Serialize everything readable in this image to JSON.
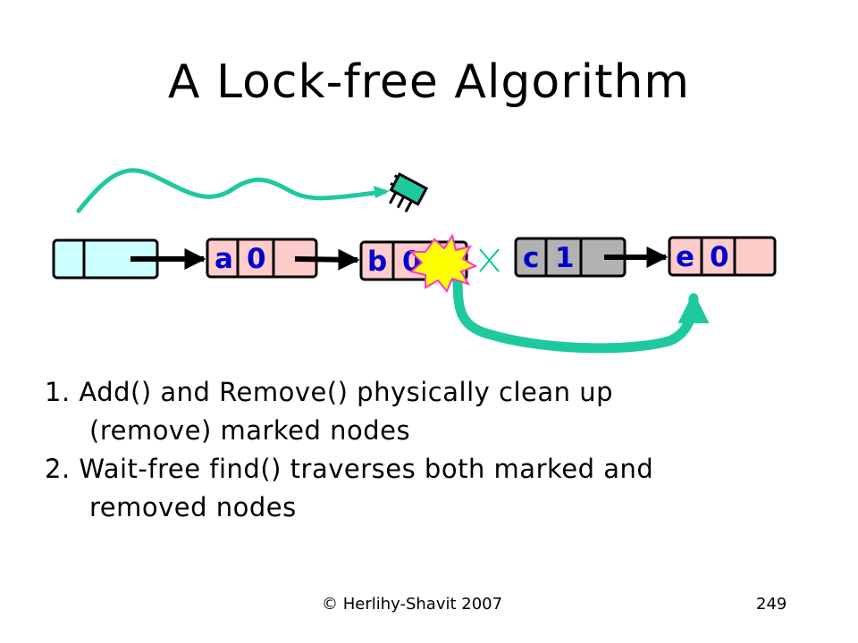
{
  "slide": {
    "title": "A Lock-free Algorithm"
  },
  "nodes": [
    {
      "key": "",
      "mark": "",
      "fill": "#ccffff"
    },
    {
      "key": "a",
      "mark": "0",
      "fill": "#ffcccc"
    },
    {
      "key": "b",
      "mark": "0",
      "fill": "#ffcccc"
    },
    {
      "key": "c",
      "mark": "1",
      "fill": "#b2b2b2"
    },
    {
      "key": "e",
      "mark": "0",
      "fill": "#ffcccc"
    }
  ],
  "colors": {
    "pointer": "#000000",
    "redirect_arrow": "#1fc9a0",
    "thread_path": "#1fc9a0",
    "explosion_fill": "#ffff00",
    "explosion_outline": "#ff33cc",
    "cut_mark": "#00cc99"
  },
  "icons": [
    "thread-icon",
    "explosion-icon",
    "cut-mark-icon"
  ],
  "bullets": [
    {
      "line1": "1. Add() and Remove() physically clean up",
      "line2": "(remove) marked nodes"
    },
    {
      "line1": "2. Wait-free find() traverses both marked and",
      "line2": "removed nodes"
    }
  ],
  "footer": {
    "left": "© Herlihy-Shavit 2007",
    "right": "249"
  }
}
